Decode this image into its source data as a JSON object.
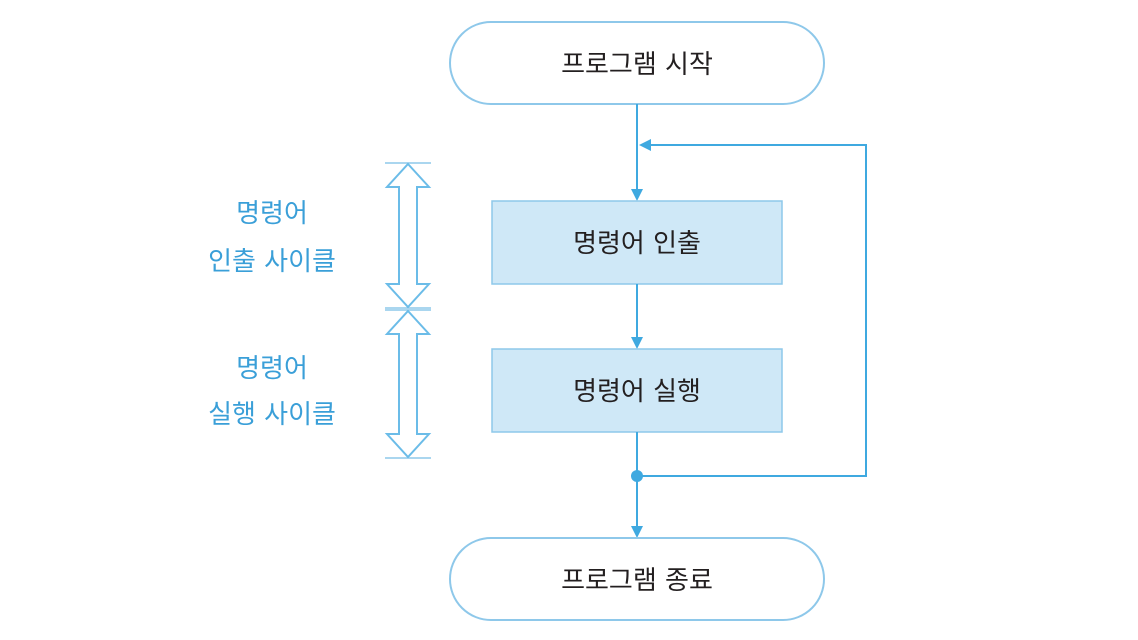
{
  "colors": {
    "line": "#3fa9e0",
    "box_fill": "#cfe8f7",
    "box_stroke": "#8ec8ea",
    "terminal_stroke": "#8ec8ea",
    "text_dark": "#231f20",
    "text_blue": "#3a9fd8"
  },
  "nodes": {
    "start": "프로그램 시작",
    "fetch": "명령어 인출",
    "execute": "명령어 실행",
    "end": "프로그램 종료"
  },
  "side_labels": {
    "fetch_cycle": {
      "line1": "명령어",
      "line2": "인출 사이클"
    },
    "execute_cycle": {
      "line1": "명령어",
      "line2": "실행 사이클"
    }
  }
}
